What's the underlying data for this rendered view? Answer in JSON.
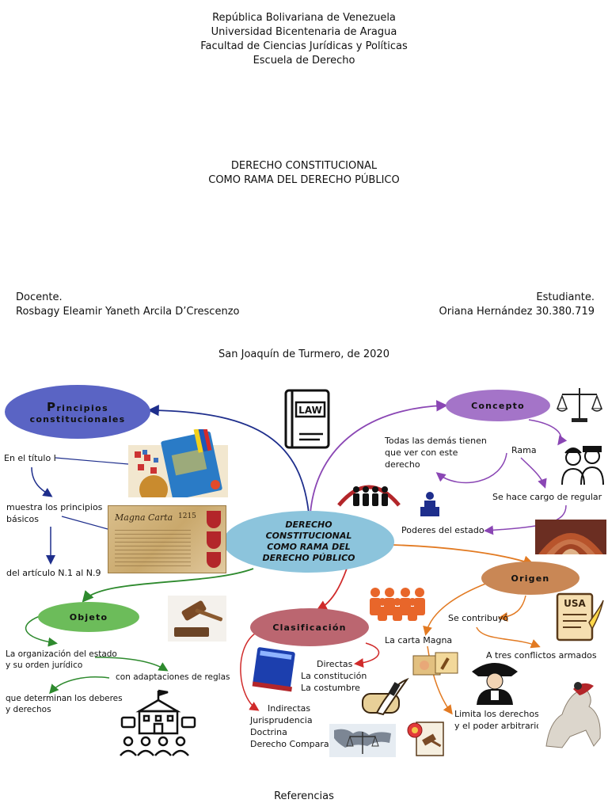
{
  "header": {
    "lines": [
      "República Bolivariana de Venezuela",
      "Universidad Bicentenaria de Aragua",
      "Facultad de Ciencias Jurídicas y Políticas",
      "Escuela de Derecho"
    ],
    "title_lines": [
      "DERECHO CONSTITUCIONAL",
      "COMO RAMA DEL DERECHO PÚBLICO"
    ],
    "docente_label": "Docente.",
    "docente_name": "Rosbagy Eleamir Yaneth Arcila D’Crescenzo",
    "estudiante_label": "Estudiante.",
    "estudiante_name": "Oriana Hernández 30.380.719",
    "place_date": "San Joaquín de Turmero, de 2020"
  },
  "map": {
    "center": [
      "DERECHO",
      "CONSTITUCIONAL",
      "COMO RAMA DEL",
      "DERECHO PÚBLICO"
    ],
    "principios": {
      "title_initial": "P",
      "title_rest": "rincipios",
      "title_line2": "constitucionales",
      "items": [
        "En el título I",
        "muestra los principios",
        "básicos",
        "del artículo N.1 al N.9"
      ]
    },
    "concepto": {
      "title": "Concepto",
      "rama": "Rama",
      "todas": [
        "Todas las demás tienen",
        "que ver con este",
        "derecho"
      ],
      "cargo": "Se hace cargo de regular",
      "poderes": "Poderes del estado"
    },
    "origen": {
      "title": "Origen",
      "contribuyo": "Se contribuyó",
      "carta": "La carta Magna",
      "conflictos": "A tres conflictos armados",
      "limita": [
        "Limita los derechos",
        "y el poder arbitrario"
      ]
    },
    "objeto": {
      "title": "Objeto",
      "organizacion": [
        "La organización del estado",
        "y su orden jurídico"
      ],
      "adaptaciones": "con adaptaciones de reglas",
      "deberes": [
        "que determinan los deberes",
        "y derechos"
      ]
    },
    "clasificacion": {
      "title": "Clasificación",
      "directas": [
        "Directas",
        "La constitución",
        "La costumbre"
      ],
      "indirectas": [
        "Indirectas",
        "Jurisprudencia",
        "Doctrina",
        "Derecho Comparado"
      ]
    },
    "image_labels": {
      "law": "LAW",
      "magna": "Magna Carta",
      "magna_year": "1215",
      "usa": "USA"
    }
  },
  "footer": {
    "referencias": "Referencias"
  },
  "colors": {
    "blue_node": "#5a64c4",
    "purple_node": "#a474c8",
    "center_node": "#8cc4dc",
    "orange_node": "#c98755",
    "green_node": "#6cbc5a",
    "red_node": "#bb6670",
    "navy_line": "#1e2e8c",
    "purple_line": "#8a46b4",
    "orange_line": "#e27a22",
    "green_line": "#2e8a2e",
    "red_line": "#d02a2a"
  }
}
